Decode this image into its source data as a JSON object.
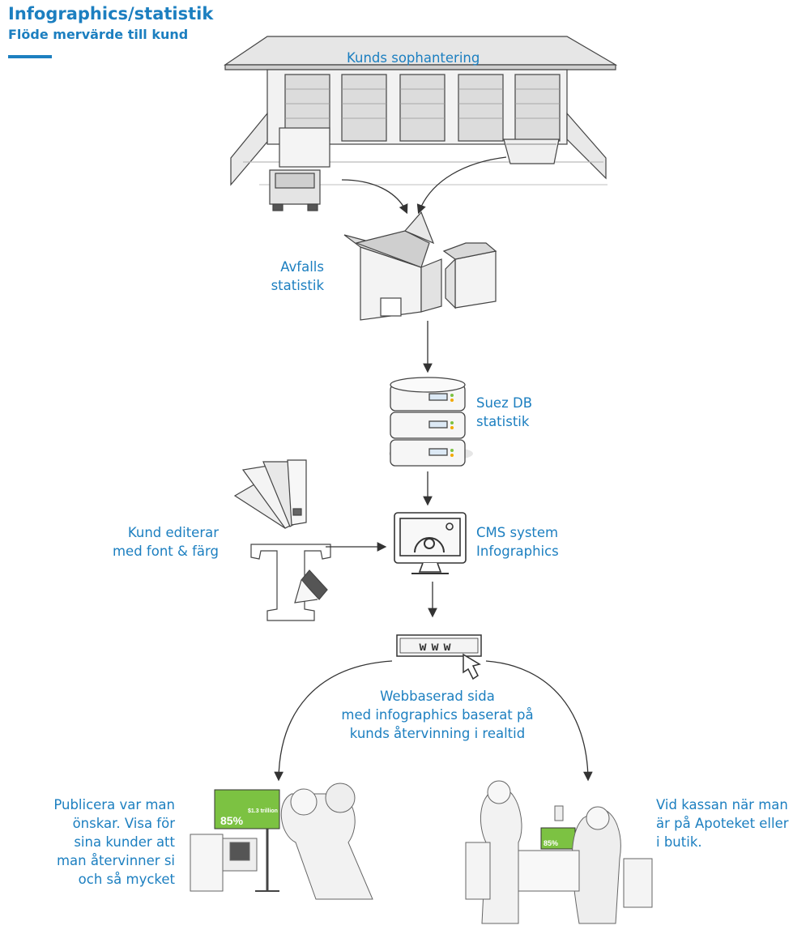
{
  "header": {
    "title": "Infographics/statistik",
    "subtitle": "Flöde mervärde till kund"
  },
  "nodes": {
    "warehouse": {
      "label": "Kunds sophantering"
    },
    "waste_stats": {
      "lines": [
        "Avfalls",
        "statistik"
      ]
    },
    "database": {
      "lines": [
        "Suez DB",
        "statistik"
      ]
    },
    "customer_edit": {
      "lines": [
        "Kund editerar",
        "med font & färg"
      ]
    },
    "cms": {
      "lines": [
        "CMS system",
        "Infographics"
      ]
    },
    "web": {
      "lines": [
        "Webbaserad sida",
        "med infographics baserat på",
        "kunds återvinning i realtid"
      ],
      "url_text": "www"
    },
    "publish": {
      "lines": [
        "Publicera var man",
        "önskar. Visa för",
        "sina kunder att",
        "man återvinner si",
        "och så mycket"
      ]
    },
    "checkout": {
      "lines": [
        "Vid kassan när man",
        "är på Apoteket eller",
        "i butik."
      ]
    }
  },
  "screen_content": {
    "big_value": "85%",
    "small_value": "$1.3 trillion"
  },
  "colors": {
    "accent": "#1c7fc0",
    "sketch": "#333333",
    "screen_green": "#7cc242"
  }
}
